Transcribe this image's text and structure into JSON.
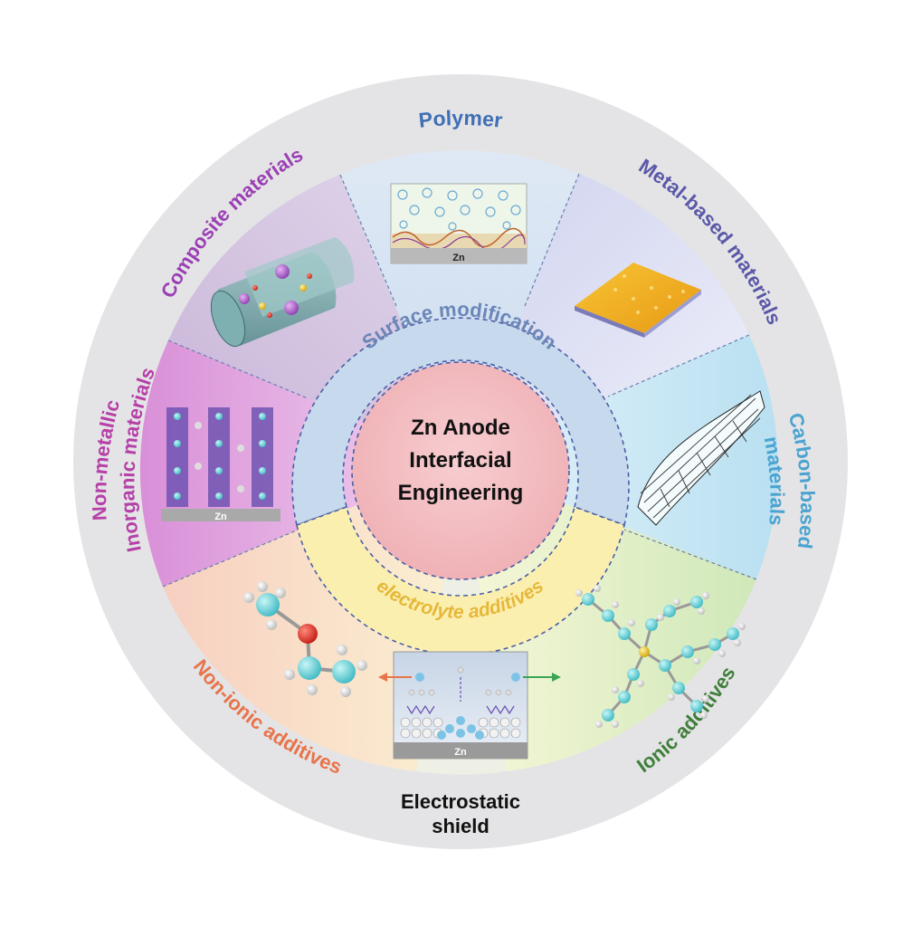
{
  "center": {
    "line1": "Zn Anode",
    "line2": "Interfacial",
    "line3": "Engineering"
  },
  "rings": {
    "surface": "Surface modification",
    "electrolyte": "electrolyte additives"
  },
  "segments": {
    "polymer": "Polymer",
    "metal": "Metal-based materials",
    "carbon_1": "Carbon-based",
    "carbon_2": "materials",
    "composite": "Composite materials",
    "nonmetallic_1": "Non-metallic",
    "nonmetallic_2": "Inorganic materials",
    "nonionic": "Non-ionic additives",
    "ionic": "Ionic additives",
    "shield_1": "Electrostatic",
    "shield_2": "shield"
  },
  "substrate_labels": {
    "polymer": "Zn",
    "inorganic": "Zn",
    "shield": "Zn"
  },
  "colors": {
    "polymer": "#3f6fb5",
    "metal": "#5a58a8",
    "carbon": "#4aa3d0",
    "composite": "#9b3fb5",
    "nonmetallic": "#b640a8",
    "nonionic": "#e8744a",
    "ionic": "#3f7f3a",
    "surface_ring": "#6b86b8",
    "electrolyte_ring": "#e6b83a",
    "center": "#f2b8bc"
  }
}
